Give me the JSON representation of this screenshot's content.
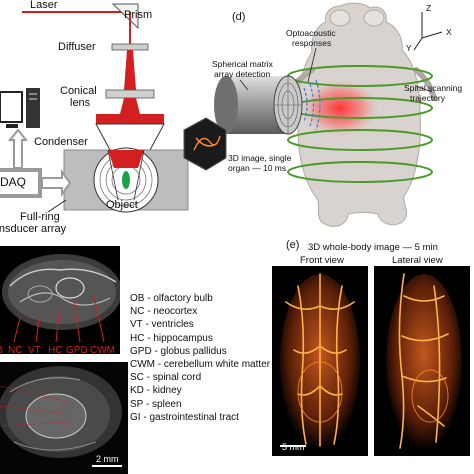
{
  "setup": {
    "laser": "Laser",
    "prism": "Prism",
    "diffuser": "Diffuser",
    "conical_lens_1": "Conical",
    "conical_lens_2": "lens",
    "condenser": "Condenser",
    "daq": "DAQ",
    "object": "Object",
    "ring_1": "Full-ring",
    "ring_2": "transducer array"
  },
  "panel_d": {
    "letter": "(d)",
    "optoacoustic_1": "Optoacoustic",
    "optoacoustic_2": "responses",
    "matrix_1": "Spherical matrix",
    "matrix_2": "array detection",
    "spiral_1": "Spiral scanning",
    "spiral_2": "trajectory",
    "image3d_1": "3D image, single",
    "image3d_2": "organ — 10 ms",
    "axes": {
      "z": "Z",
      "x": "X",
      "y": "Y"
    }
  },
  "brain": {
    "labels": [
      "NC",
      "VT",
      "HC",
      "GPD",
      "CWM"
    ],
    "partial_label": "B",
    "scale_bar": "2 mm"
  },
  "legend": [
    "OB - olfactory bulb",
    "NC - neocortex",
    "VT - ventricles",
    "HC - hippocampus",
    "GPD - globus pallidus",
    "CWM - cerebellum white matter",
    "SC - spinal cord",
    "KD - kidney",
    "SP - spleen",
    "GI - gastrointestinal tract"
  ],
  "panel_e": {
    "letter": "(e)",
    "title": "3D whole-body image — 5 min",
    "front": "Front view",
    "lateral": "Lateral view",
    "scale_bar": "5 mm"
  },
  "colors": {
    "laser_red": "#d21f1f",
    "spiral_green": "#4a9a2a",
    "object_green": "#1aa34a",
    "box_gray": "#bdbdbd",
    "vessel_orange": "#ff9a2e"
  }
}
